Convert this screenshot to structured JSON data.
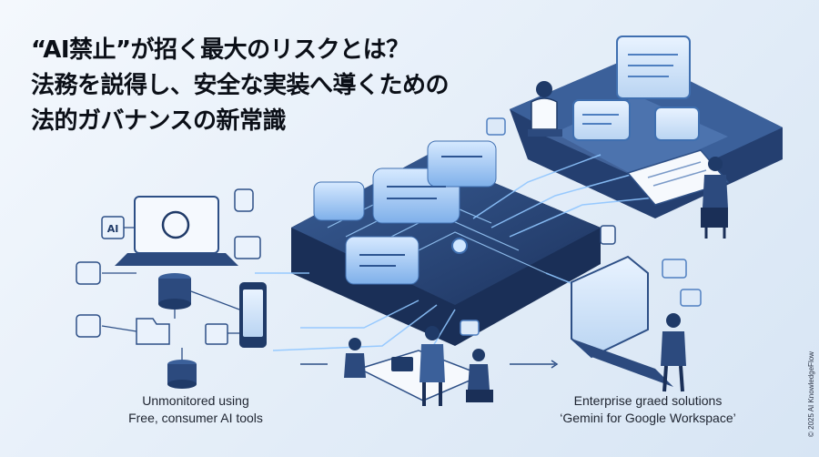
{
  "title": {
    "line1": "“AI禁止”が招く最大のリスクとは？",
    "line2": "法務を説得し、安全な実装へ導くための",
    "line3": "法的ガバナンスの新常識"
  },
  "illustration": {
    "ai_badge": "AI"
  },
  "captions": {
    "left_line1": "Unmonitored using",
    "left_line2": "Free, consumer AI tools",
    "right_line1": "Enterprise graed solutions",
    "right_line2": "‘Gemini for Google Workspace’"
  },
  "copyright": "© 2025 AI KnowledgeFlow",
  "colors": {
    "navy": "#1f3a68",
    "mid_blue": "#4f7fc0",
    "light_blue": "#a9c8ee",
    "glow": "#bfe0ff"
  }
}
